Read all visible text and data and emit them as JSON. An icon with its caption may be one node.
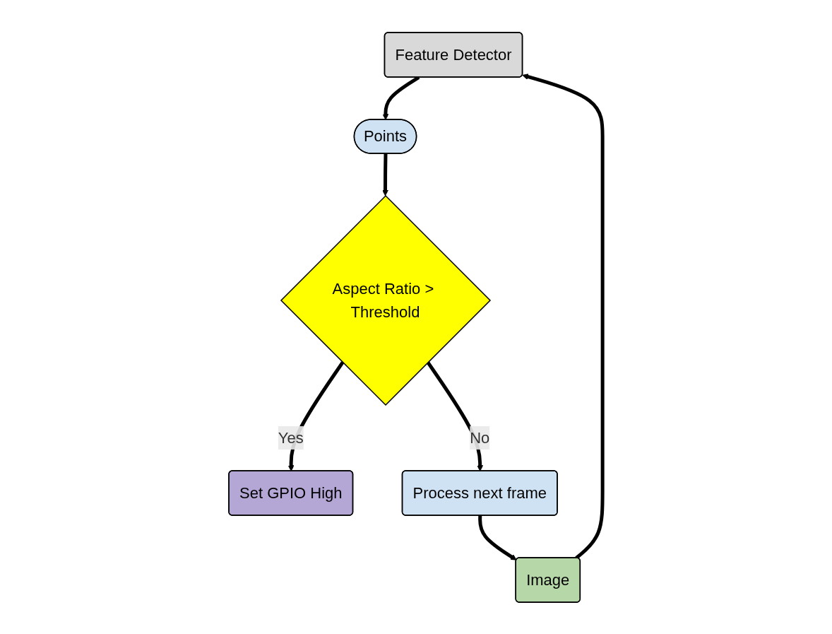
{
  "diagram": {
    "nodes": [
      {
        "text": [
          "Feature Detector"
        ]
      },
      {
        "text": [
          "Image"
        ]
      },
      {
        "text": [
          "Points"
        ]
      },
      {
        "text": [
          "Set GPIO High"
        ]
      },
      {
        "text": [
          "Aspect Ratio > Threshold"
        ]
      },
      {
        "text": [
          "Process next frame"
        ]
      }
    ],
    "edges": [
      {
        "from": 1,
        "to": 0,
        "arrow": "to"
      },
      {
        "from": 0,
        "to": 2,
        "arrow": "to"
      },
      {
        "from": 2,
        "to": 4,
        "arrow": "to"
      },
      {
        "from": 4,
        "to": 3,
        "arrow": "to",
        "label": "Yes"
      },
      {
        "from": 4,
        "to": 5,
        "arrow": "to",
        "label": "No"
      },
      {
        "from": 5,
        "to": 1,
        "arrow": "to"
      }
    ]
  }
}
